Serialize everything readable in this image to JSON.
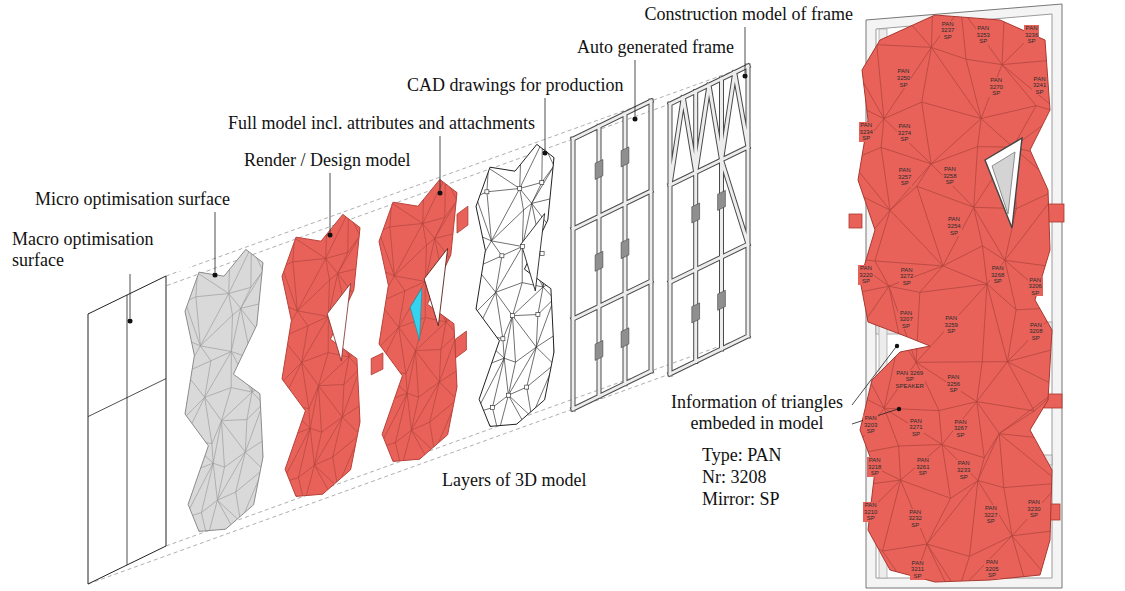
{
  "diagram": {
    "labels": [
      "Construction model of frame",
      "Auto generated frame",
      "CAD drawings for production",
      "Full model incl. attributes and attachments",
      "Render / Design model",
      "Micro optimisation surface",
      "Macro optimisation surface",
      "Layers of 3D model",
      "Information of triangles embeded in model",
      "Type: PAN",
      "Nr: 3208",
      "Mirror: SP",
      "PAN 3253 SP",
      "PAN 3250 SP",
      "PAN 3270 SP",
      "PAN 3274 SP",
      "PAN 3257 SP",
      "PAN 3258 SP",
      "PAN 3254 SP",
      "PAN 3272 SP",
      "PAN 3268 SP",
      "PAN 3259 SP",
      "PAN 3269 SP SPEAKER",
      "PAN 3256 SP",
      "PAN 3271 SP",
      "PAN 3267 SP",
      "PAN 3261 SP",
      "PAN 3233 SP",
      "PAN 3232 SP",
      "PAN 3227 SP",
      "PAN 3230 SP",
      "PAN 3237 SP",
      "PAN 3236 SP",
      "PAN 3241 SP",
      "PAN 3234 SP",
      "PAN 3220 SP",
      "PAN 3206 SP",
      "PAN 3207 SP",
      "PAN 3208 SP",
      "PAN 3203 SP",
      "PAN 3218 SP",
      "PAN 3210 SP",
      "PAN 3211 SP",
      "PAN 3205 SP"
    ]
  }
}
